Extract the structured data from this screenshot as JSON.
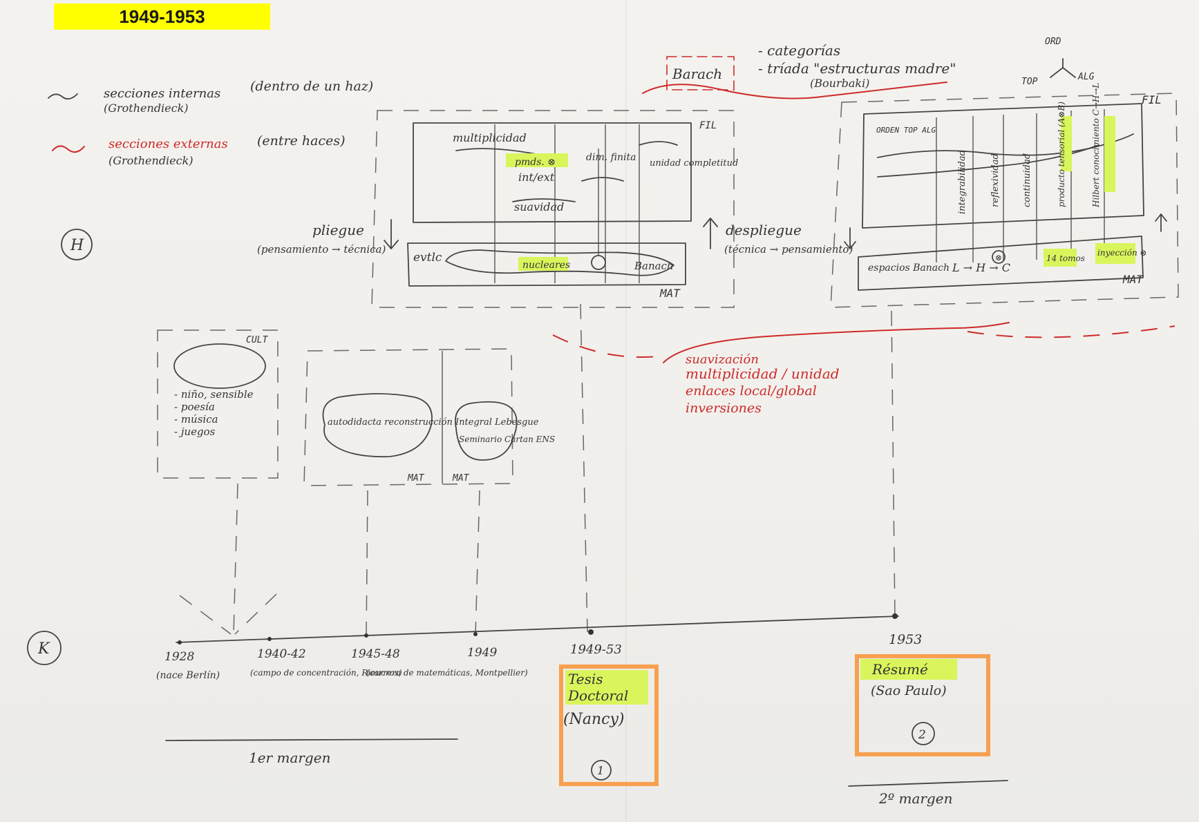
{
  "title": "1949-1953",
  "colors": {
    "highlight": "#ffff00",
    "green_highlight": "#d9f55c",
    "orange_box": "#f7a050",
    "red_ink": "#cc2a2a",
    "pencil": "#444444"
  },
  "legend": {
    "internal_label": "secciones internas",
    "internal_sub": "(Grothendieck)",
    "internal_note": "(dentro de un haz)",
    "external_label": "secciones externas",
    "external_sub": "(Grothendieck)",
    "external_note": "(entre haces)"
  },
  "top_labels": {
    "barach": "Barach",
    "categorias": "- categorías",
    "triada": "- tríada \"estructuras madre\"",
    "bourbaki": "(Bourbaki)",
    "ord": "ORD",
    "top": "TOP",
    "alg": "ALG"
  },
  "row_markers": {
    "h": "H",
    "k": "K"
  },
  "left_block": {
    "fil": "FIL",
    "mat": "MAT",
    "multiplicidad": "multiplicidad",
    "pmds": "pmds. ⊗",
    "int_ext": "int/ext",
    "dim_finita": "dim. finita",
    "unidad": "unidad completitud",
    "suavidad": "suavidad",
    "evtlc": "evtlc",
    "nucleares": "nucleares",
    "banach": "Banach",
    "pliegue": "pliegue",
    "pliegue_sub": "(pensamiento → técnica)",
    "despliegue": "despliegue",
    "despliegue_sub": "(técnica → pensamiento)"
  },
  "right_block": {
    "fil": "FIL",
    "mat": "MAT",
    "orden_top_alg": "ORDEN TOP ALG",
    "columns": [
      "integrabilidad",
      "reflexividad",
      "continuidad",
      "producto tensorial (A⊗B)",
      "Hilbert conocimiento C→H→L"
    ],
    "espacios_banach": "espacios Banach",
    "arrows": "L → H → C",
    "marker1": "⊗",
    "marker2": "14 tomos",
    "marker3": "inyección ⊗"
  },
  "red_notes": {
    "line1": "suavización",
    "line2": "multiplicidad / unidad",
    "line3": "enlaces local/global",
    "line4": "inversiones"
  },
  "cult_block": {
    "label": "CULT",
    "items": [
      "- niño, sensible",
      "- poesía",
      "- música",
      "- juegos"
    ]
  },
  "mat_blocks": {
    "autodidacta": "autodidacta reconstrucción Integral Lebesgue",
    "seminario": "Seminario Cartan ENS",
    "mat1": "MAT",
    "mat2": "MAT"
  },
  "timeline": [
    {
      "year": "1928",
      "note": "(nace Berlín)"
    },
    {
      "year": "1940-42",
      "note": "(campo de concentración, Rieucros)"
    },
    {
      "year": "1945-48",
      "note": "(carrera de matemáticas, Montpellier)"
    },
    {
      "year": "1949",
      "note": ""
    },
    {
      "year": "1949-53",
      "note": ""
    },
    {
      "year": "1953",
      "note": ""
    }
  ],
  "boxes": {
    "tesis_line1": "Tesis",
    "tesis_line2": "Doctoral",
    "tesis_place": "(Nancy)",
    "tesis_num": "1",
    "resume": "Résumé",
    "resume_place": "(Sao Paulo)",
    "resume_num": "2"
  },
  "margins": {
    "first": "1er margen",
    "second": "2º margen"
  }
}
